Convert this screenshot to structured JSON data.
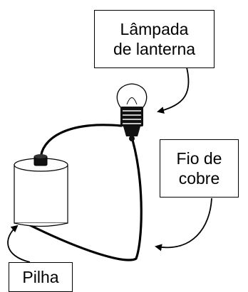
{
  "diagram": {
    "labels": {
      "lamp": [
        "Lâmpada",
        "de lanterna"
      ],
      "wire": [
        "Fio de",
        "cobre"
      ],
      "battery": [
        "Pilha"
      ]
    }
  }
}
